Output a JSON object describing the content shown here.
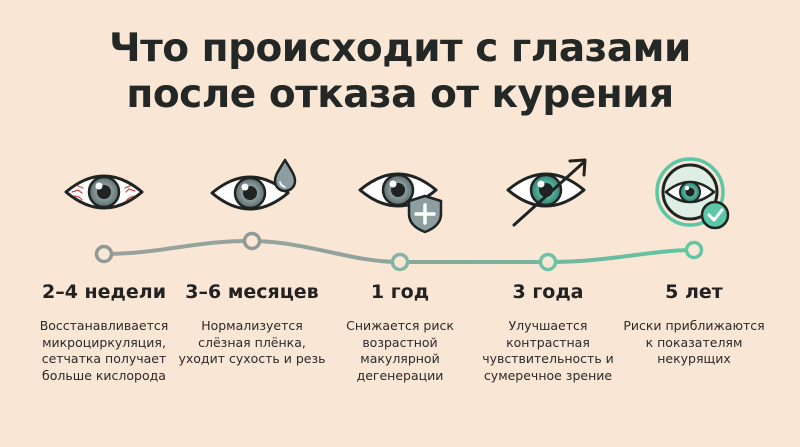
{
  "title": {
    "line1": "Что происходит с глазами",
    "line2": "после отказа от курения"
  },
  "stages": [
    {
      "label": "2–4 недели",
      "description": "Восстанавливается микроциркуляция, сетчатка получает больше кислорода",
      "icon": "eye-with-red-veins-icon",
      "node_color": "#8f9a96"
    },
    {
      "label": "3–6 месяцев",
      "description": "Нормализуется слёзная плёнка, уходит сухость и резь",
      "icon": "eye-with-teardrop-icon",
      "node_color": "#8f9a96"
    },
    {
      "label": "1 год",
      "description": "Снижается риск возрастной макулярной дегенерации",
      "icon": "eye-with-shield-icon",
      "node_color": "#7fb8a4"
    },
    {
      "label": "3 года",
      "description": "Улучшается контрастная чувствительность и сумеречное зрение",
      "icon": "eye-with-upward-arrow-icon",
      "node_color": "#6cc2a5"
    },
    {
      "label": "5 лет",
      "description": "Риски приближаются к показателям некурящих",
      "icon": "eye-in-circle-with-checkmark-icon",
      "node_color": "#62c6a2"
    }
  ],
  "colors": {
    "background": "#f9e6d5",
    "timeline_start": "#9aa19e",
    "timeline_end": "#5fc7a1",
    "iris_grey": "#7d8d8f",
    "iris_teal": "#4fa692",
    "accent_teal": "#5cc7a6"
  }
}
